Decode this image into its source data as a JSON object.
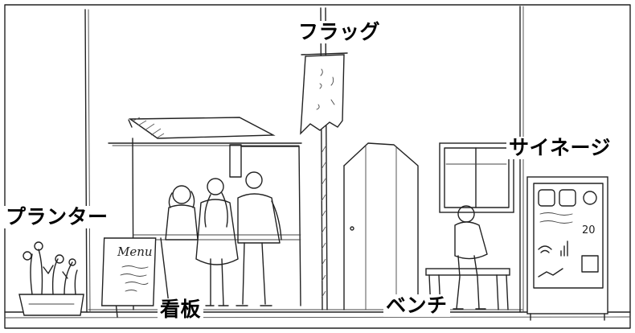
{
  "labels": {
    "flag": "フラッグ",
    "signage": "サイネージ",
    "planter": "プランター",
    "signboard": "看板",
    "bench": "ベンチ"
  },
  "menu_board": {
    "text": "Menu"
  },
  "signage_screen": {
    "number": "20"
  },
  "colors": {
    "ink": "#222222",
    "background": "#ffffff"
  }
}
